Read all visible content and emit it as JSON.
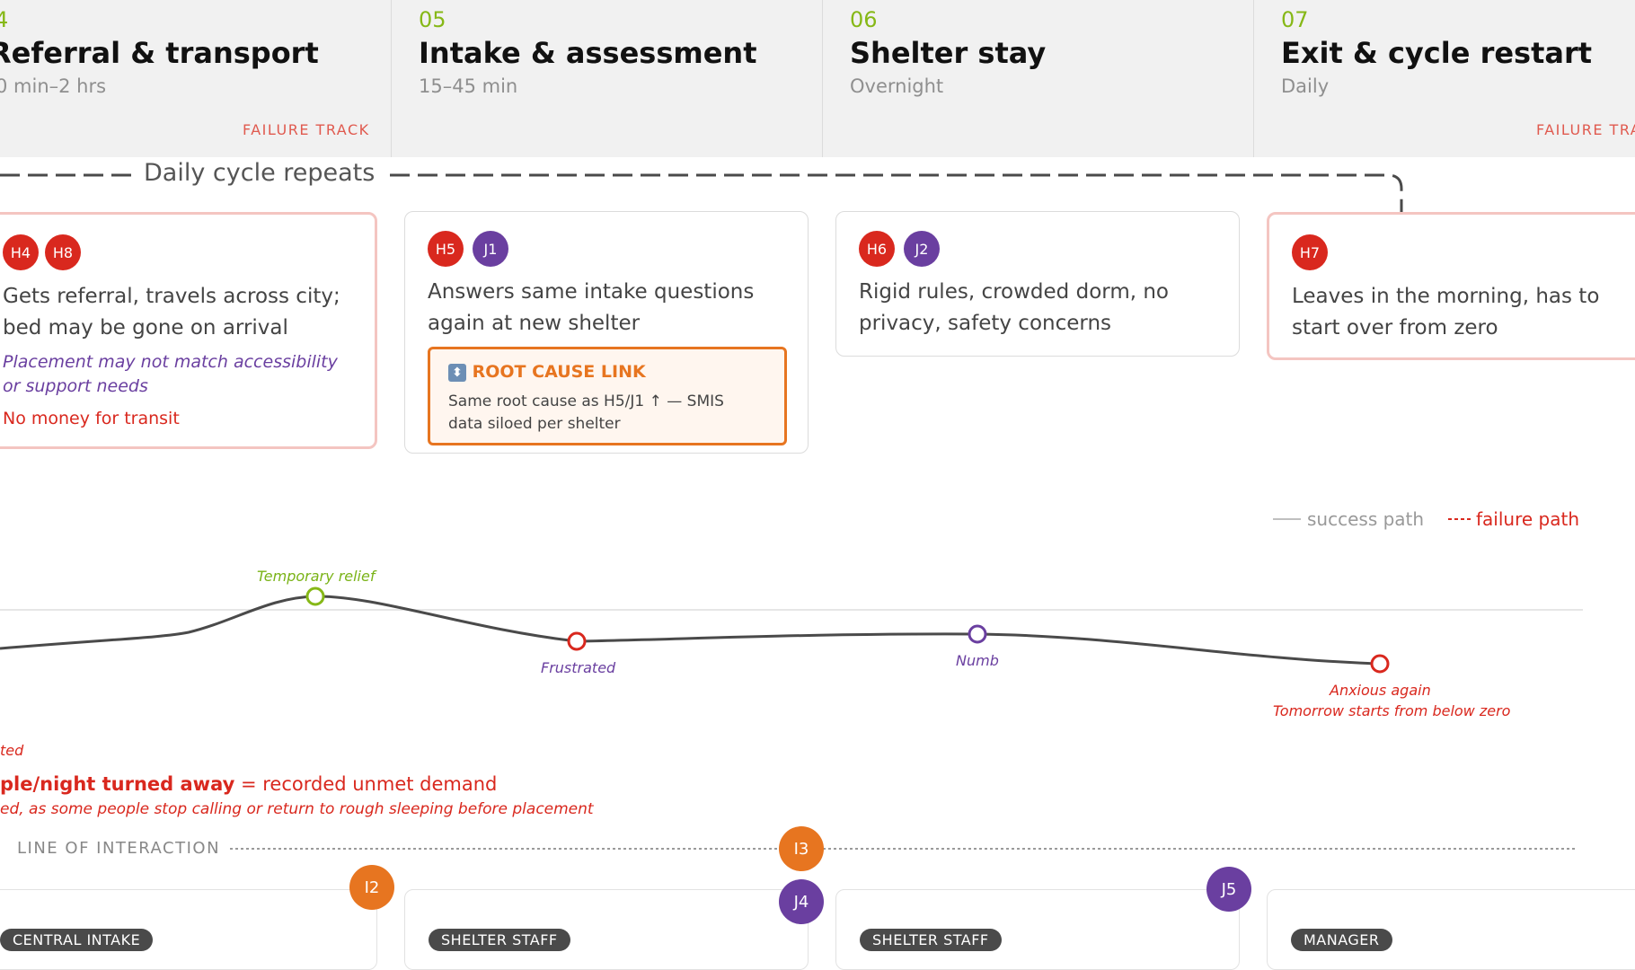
{
  "stages": [
    {
      "num": "4",
      "title": "Referral & transport",
      "duration": "0 min–2 hrs",
      "failure_track": "FAILURE TRACK"
    },
    {
      "num": "05",
      "title": "Intake & assessment",
      "duration": "15–45 min"
    },
    {
      "num": "06",
      "title": "Shelter stay",
      "duration": "Overnight"
    },
    {
      "num": "07",
      "title": "Exit & cycle restart",
      "duration": "Daily",
      "failure_track": "FAILURE TRA"
    }
  ],
  "cycle_label": "Daily cycle repeats",
  "cards": [
    {
      "badges": [
        {
          "label": "H4",
          "color": "red"
        },
        {
          "label": "H8",
          "color": "red"
        }
      ],
      "text": "Gets referral, travels across city; bed may be gone on arrival",
      "note_purple": "Placement may not match accessibility or support needs",
      "note_red": "No money for transit"
    },
    {
      "badges": [
        {
          "label": "H5",
          "color": "red"
        },
        {
          "label": "J1",
          "color": "purple"
        }
      ],
      "text": "Answers same intake questions again at new shelter",
      "root_cause": {
        "icon": "up-down-arrow-icon",
        "title": "ROOT CAUSE LINK",
        "text": "Same root cause as H5/J1 ↑ — SMIS data siloed per shelter"
      }
    },
    {
      "badges": [
        {
          "label": "H6",
          "color": "red"
        },
        {
          "label": "J2",
          "color": "purple"
        }
      ],
      "text": "Rigid rules, crowded dorm, no privacy, safety concerns"
    },
    {
      "badges": [
        {
          "label": "H7",
          "color": "red"
        }
      ],
      "text": "Leaves in the morning, has to start over from zero"
    }
  ],
  "legend": {
    "success": "success path",
    "failure": "failure path"
  },
  "emotions": [
    {
      "label": "Temporary relief",
      "color": "green"
    },
    {
      "label": "Frustrated",
      "color": "red"
    },
    {
      "label": "Numb",
      "color": "purple"
    },
    {
      "label": "Anxious again",
      "sub": "Tomorrow starts from below zero",
      "color": "red"
    }
  ],
  "cut_off_emotion": "ted",
  "unmet": {
    "bold": "ple/night turned away",
    "rest": " = recorded unmet demand",
    "sub": "ed, as some people stop calling or return to rough sleeping before placement"
  },
  "line_of_interaction": "LINE OF INTERACTION",
  "touchpoints": [
    "I3",
    "I2",
    "J4",
    "J5"
  ],
  "roles": [
    "CENTRAL INTAKE",
    "SHELTER STAFF",
    "SHELTER STAFF",
    "MANAGER"
  ],
  "colors": {
    "red": "#d9281e",
    "purple": "#6a3fa0",
    "orange": "#e77520",
    "green": "#86b817"
  }
}
